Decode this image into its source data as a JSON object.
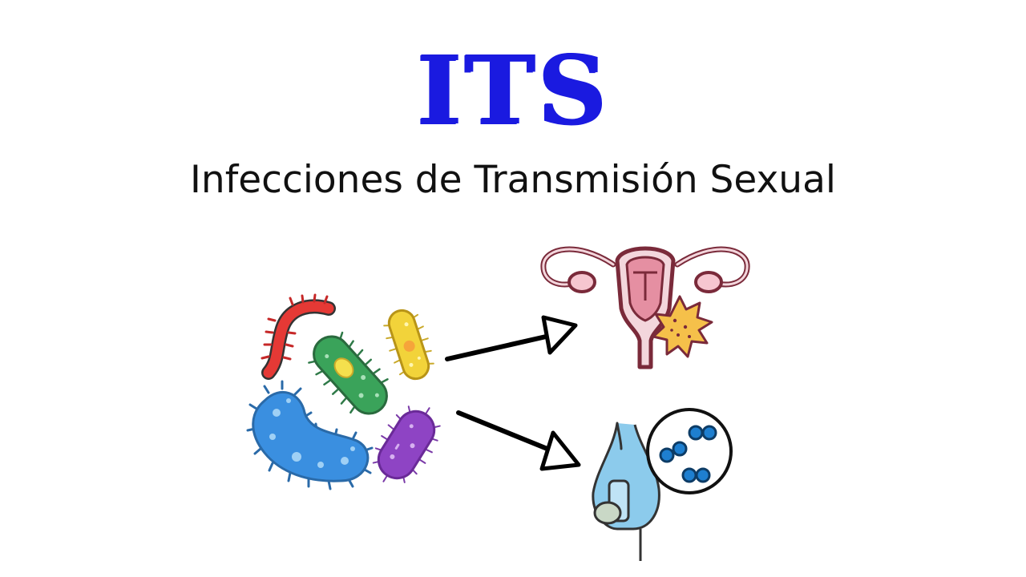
{
  "title": "ITS",
  "subtitle": "Infecciones de Transmisión Sexual",
  "colors": {
    "title": "#1a1ae0",
    "subtitle": "#111111",
    "worm": "#e53935",
    "green_bacterium": "#3aa35a",
    "yellow_bacterium": "#f2d33a",
    "blue_bacterium": "#3a8fe0",
    "purple_bacterium": "#8e44c4",
    "uterus_outline": "#7a2a3a",
    "uterus_fill": "#e58fa2",
    "virus": "#f5c04a",
    "penis_fill": "#8ccbec",
    "cocci": "#1e7fd0"
  },
  "icons": [
    "microorganisms-illustration",
    "arrow-up-right-icon",
    "arrow-down-right-icon",
    "uterus-infection-icon",
    "penis-infection-icon",
    "cocci-bacteria-icon"
  ]
}
